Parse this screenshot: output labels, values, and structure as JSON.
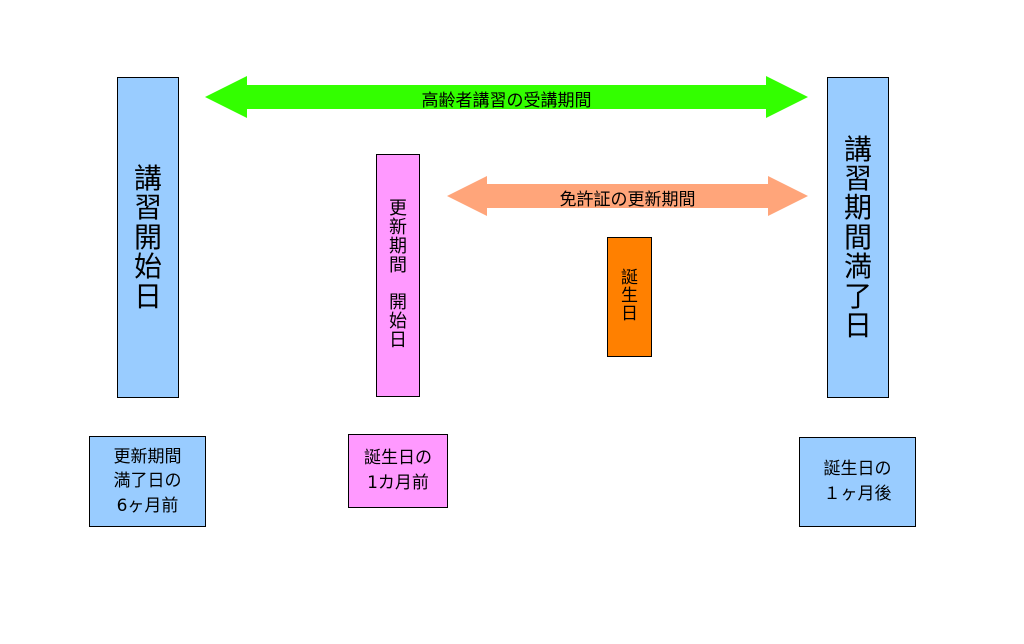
{
  "arrows": {
    "course_period": {
      "label": "高齢者講習の受講期間",
      "color": "#33ff00"
    },
    "renewal_period": {
      "label": "免許証の更新期間",
      "color": "#ffa57a"
    }
  },
  "bars": {
    "course_start": {
      "chars": [
        "講",
        "習",
        "開",
        "始",
        "日"
      ],
      "color": "#99ccff"
    },
    "renewal_start": {
      "chars": [
        "更",
        "新",
        "期",
        "間",
        "",
        "開",
        "始",
        "日"
      ],
      "color": "#ff99ff"
    },
    "birthday": {
      "chars": [
        "誕",
        "生",
        "日"
      ],
      "color": "#ff8000"
    },
    "course_end": {
      "chars": [
        "講",
        "習",
        "期",
        "間",
        "満",
        "了",
        "日"
      ],
      "color": "#99ccff"
    }
  },
  "labels": {
    "six_months_before": {
      "text": "更新期間\n満了日の\n6ヶ月前",
      "color": "#99ccff"
    },
    "one_month_before": {
      "text": "誕生日の\n1カ月前",
      "color": "#ff99ff"
    },
    "one_month_after": {
      "text": "誕生日の\n１ヶ月後",
      "color": "#99ccff"
    }
  }
}
